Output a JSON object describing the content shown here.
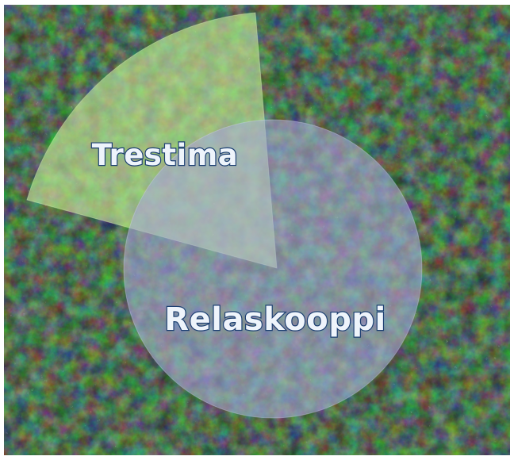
{
  "image": {
    "background": "aerial-forest-canopy",
    "colors": {
      "canopy_dark": "#1c2319",
      "canopy_mid": "#4a5a45",
      "canopy_light": "#8fa395",
      "frame": "#ffffff"
    }
  },
  "shapes": {
    "sector": {
      "label": "Trestima",
      "fill": "#c8eb9a",
      "opacity": 0.62,
      "label_color": "#eef4fb",
      "label_outline": "#1c3f72"
    },
    "circle": {
      "label": "Relaskooppi",
      "fill": "#a8acd8",
      "opacity": 0.58,
      "label_color": "#eef4fb",
      "label_outline": "#1c3f72"
    }
  }
}
